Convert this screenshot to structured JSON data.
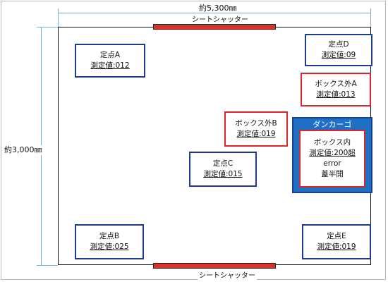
{
  "dimensions": {
    "width_label": "約5,300㎜",
    "height_label": "約3,000㎜"
  },
  "shutters": {
    "top_label": "シートシャッター",
    "bottom_label": "シートシャッター"
  },
  "points": {
    "a": {
      "title": "定点A",
      "value": "測定値:012"
    },
    "b": {
      "title": "定点B",
      "value": "測定値:025"
    },
    "c": {
      "title": "定点C",
      "value": "測定値:015"
    },
    "d": {
      "title": "定点D",
      "value": "測定値:09"
    },
    "e": {
      "title": "定点E",
      "value": "測定値:019"
    }
  },
  "outside_boxes": {
    "a": {
      "title": "ボックス外A",
      "value": "測定値:013"
    },
    "b": {
      "title": "ボックス外B",
      "value": "測定値:019"
    }
  },
  "dangaku": {
    "title": "ダンカーゴ",
    "inner": {
      "title": "ボックス内",
      "value": "測定値:200超",
      "error": "error",
      "note": "蓋半開"
    }
  },
  "colors": {
    "point_border": "#1f3c8c",
    "outside_border": "#d9262c",
    "dangaku_fill": "#1f6fc4",
    "shutter": "#d9342b"
  }
}
